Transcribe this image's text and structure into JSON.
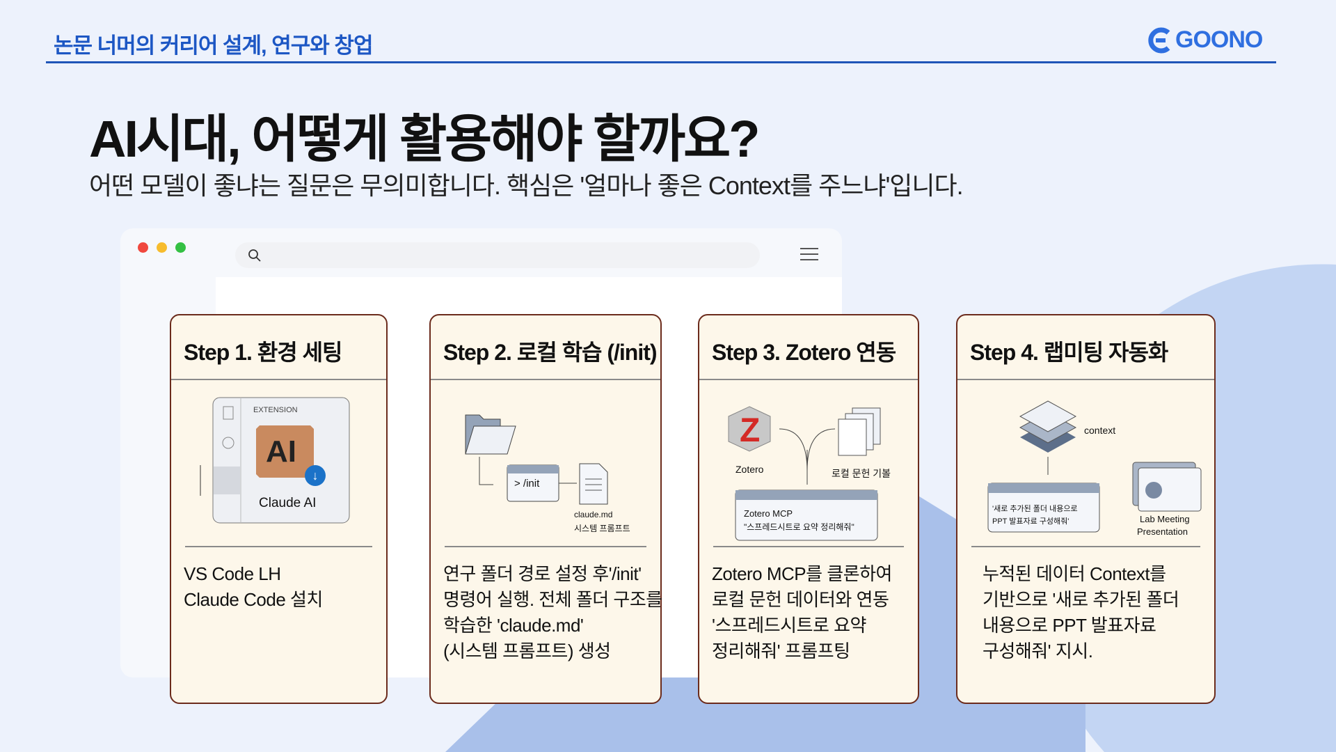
{
  "header": {
    "series_title": "논문 너머의 커리어 설계, 연구와 창업",
    "logo": "GOONO"
  },
  "title": "AI시대, 어떻게 활용해야 할까요?",
  "subtitle": "어떤 모델이 좋냐는 질문은 무의미합니다. 핵심은 '얼마나 좋은 Context를 주느냐'입니다.",
  "browser": {
    "window_dots": [
      "#f0483e",
      "#f7bc2d",
      "#34c043"
    ]
  },
  "colors": {
    "accent": "#1d57c4",
    "card_bg": "#fdf7ea",
    "card_border": "#6b2b1c"
  },
  "cards": [
    {
      "title": "Step 1. 환경 세팅",
      "illustration": {
        "panel_label": "EXTENSION",
        "app_name": "Claude AI",
        "icon_text": "AI"
      },
      "body": [
        "VS Code LH",
        "Claude Code 설치"
      ]
    },
    {
      "title": "Step 2. 로컬 학습 (/init)",
      "illustration": {
        "command": "> /init",
        "file": "claude.md",
        "file_caption": "시스템 프롬프트"
      },
      "body": [
        "연구 폴더 경로 설정 후'/init'",
        "명령어 실행. 전체 폴더 구조를",
        "학습한 'claude.md'",
        "(시스템 프롬프트) 생성"
      ]
    },
    {
      "title": "Step 3. Zotero 연동",
      "illustration": {
        "app": "Zotero",
        "docs": "로컬 문헌 기볼",
        "prompt_title": "Zotero MCP",
        "prompt": "\"스프레드시트로 요약 정리해줘\""
      },
      "body": [
        "Zotero MCP를 클론하여",
        "로컬 문헌 데이터와 연동",
        "'스프레드시트로 요약",
        "정리해줘' 프롬프팅"
      ]
    },
    {
      "title": "Step 4. 랩미팅 자동화",
      "illustration": {
        "context": "context",
        "prompt_line1": "'새로 추가된 폴더 내용으로",
        "prompt_line2": "PPT 발표자료 구성해줘'",
        "result_line1": "Lab Meeting",
        "result_line2": "Presentation"
      },
      "body": [
        "누적된 데이터 Context를",
        "기반으로 '새로 추가된 폴더",
        "내용으로 PPT 발표자료",
        "구성해줘' 지시."
      ]
    }
  ]
}
